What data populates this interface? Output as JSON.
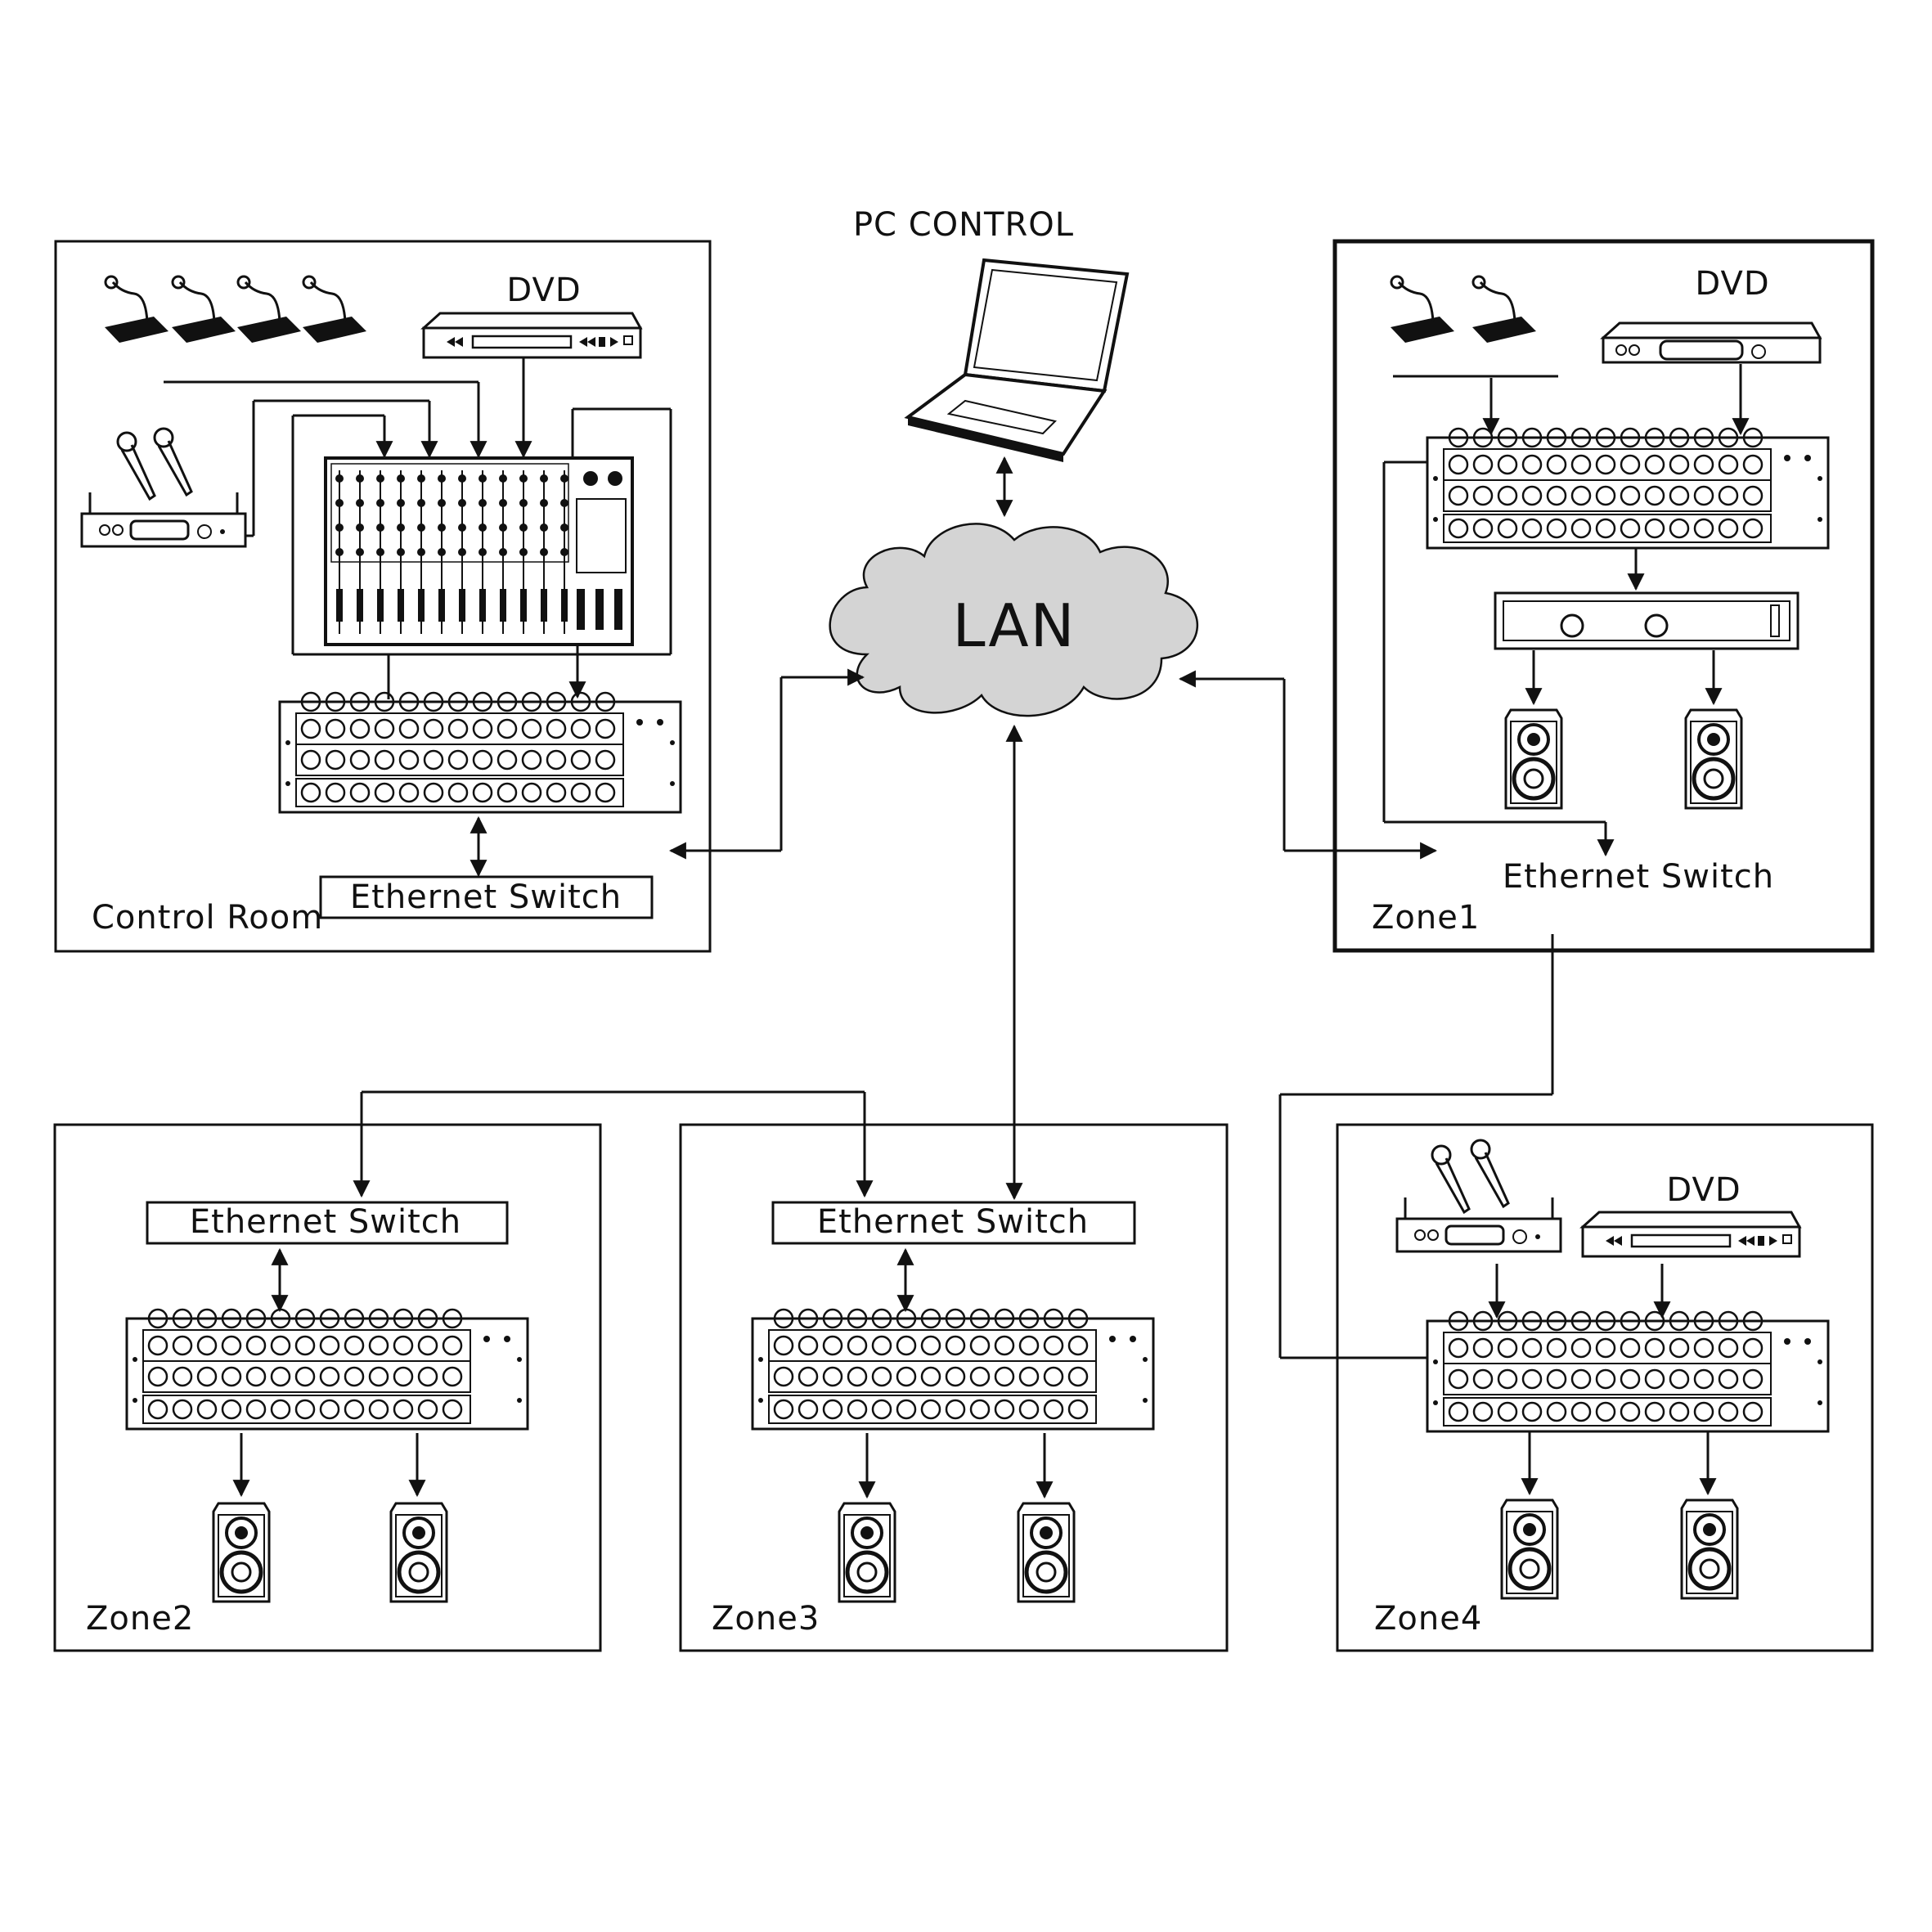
{
  "labels": {
    "pc_control": "PC CONTROL",
    "lan": "LAN",
    "dvd": "DVD",
    "ethernet_switch": "Ethernet Switch",
    "control_room": "Control Room",
    "zone1": "Zone1",
    "zone2": "Zone2",
    "zone3": "Zone3",
    "zone4": "Zone4"
  },
  "colors": {
    "line": "#111111",
    "cloud_fill": "#d4d4d4",
    "background": "#ffffff"
  },
  "icons": [
    "laptop-icon",
    "cloud-icon",
    "gooseneck-mic-icon",
    "handheld-mic-icon",
    "wireless-receiver-icon",
    "dvd-player-icon",
    "mixer-console-icon",
    "stage-box-icon",
    "power-amplifier-icon",
    "speaker-icon"
  ]
}
